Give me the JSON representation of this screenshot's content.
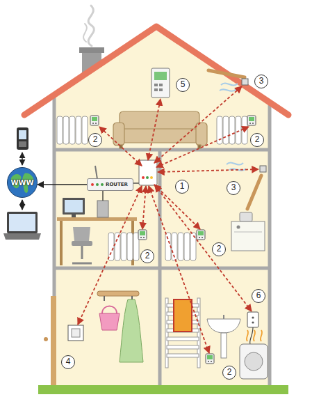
{
  "diagram": {
    "nodes": [
      {
        "text": [
          "ROUTER"
        ]
      },
      {
        "text": [
          "WWW"
        ]
      }
    ],
    "edges": [
      {
        "from": 0,
        "to": 1,
        "arrow": "to"
      }
    ],
    "labels": [
      "3",
      "5",
      "2",
      "2",
      "1",
      "3",
      "2",
      "2",
      "6",
      "4",
      "2"
    ]
  }
}
